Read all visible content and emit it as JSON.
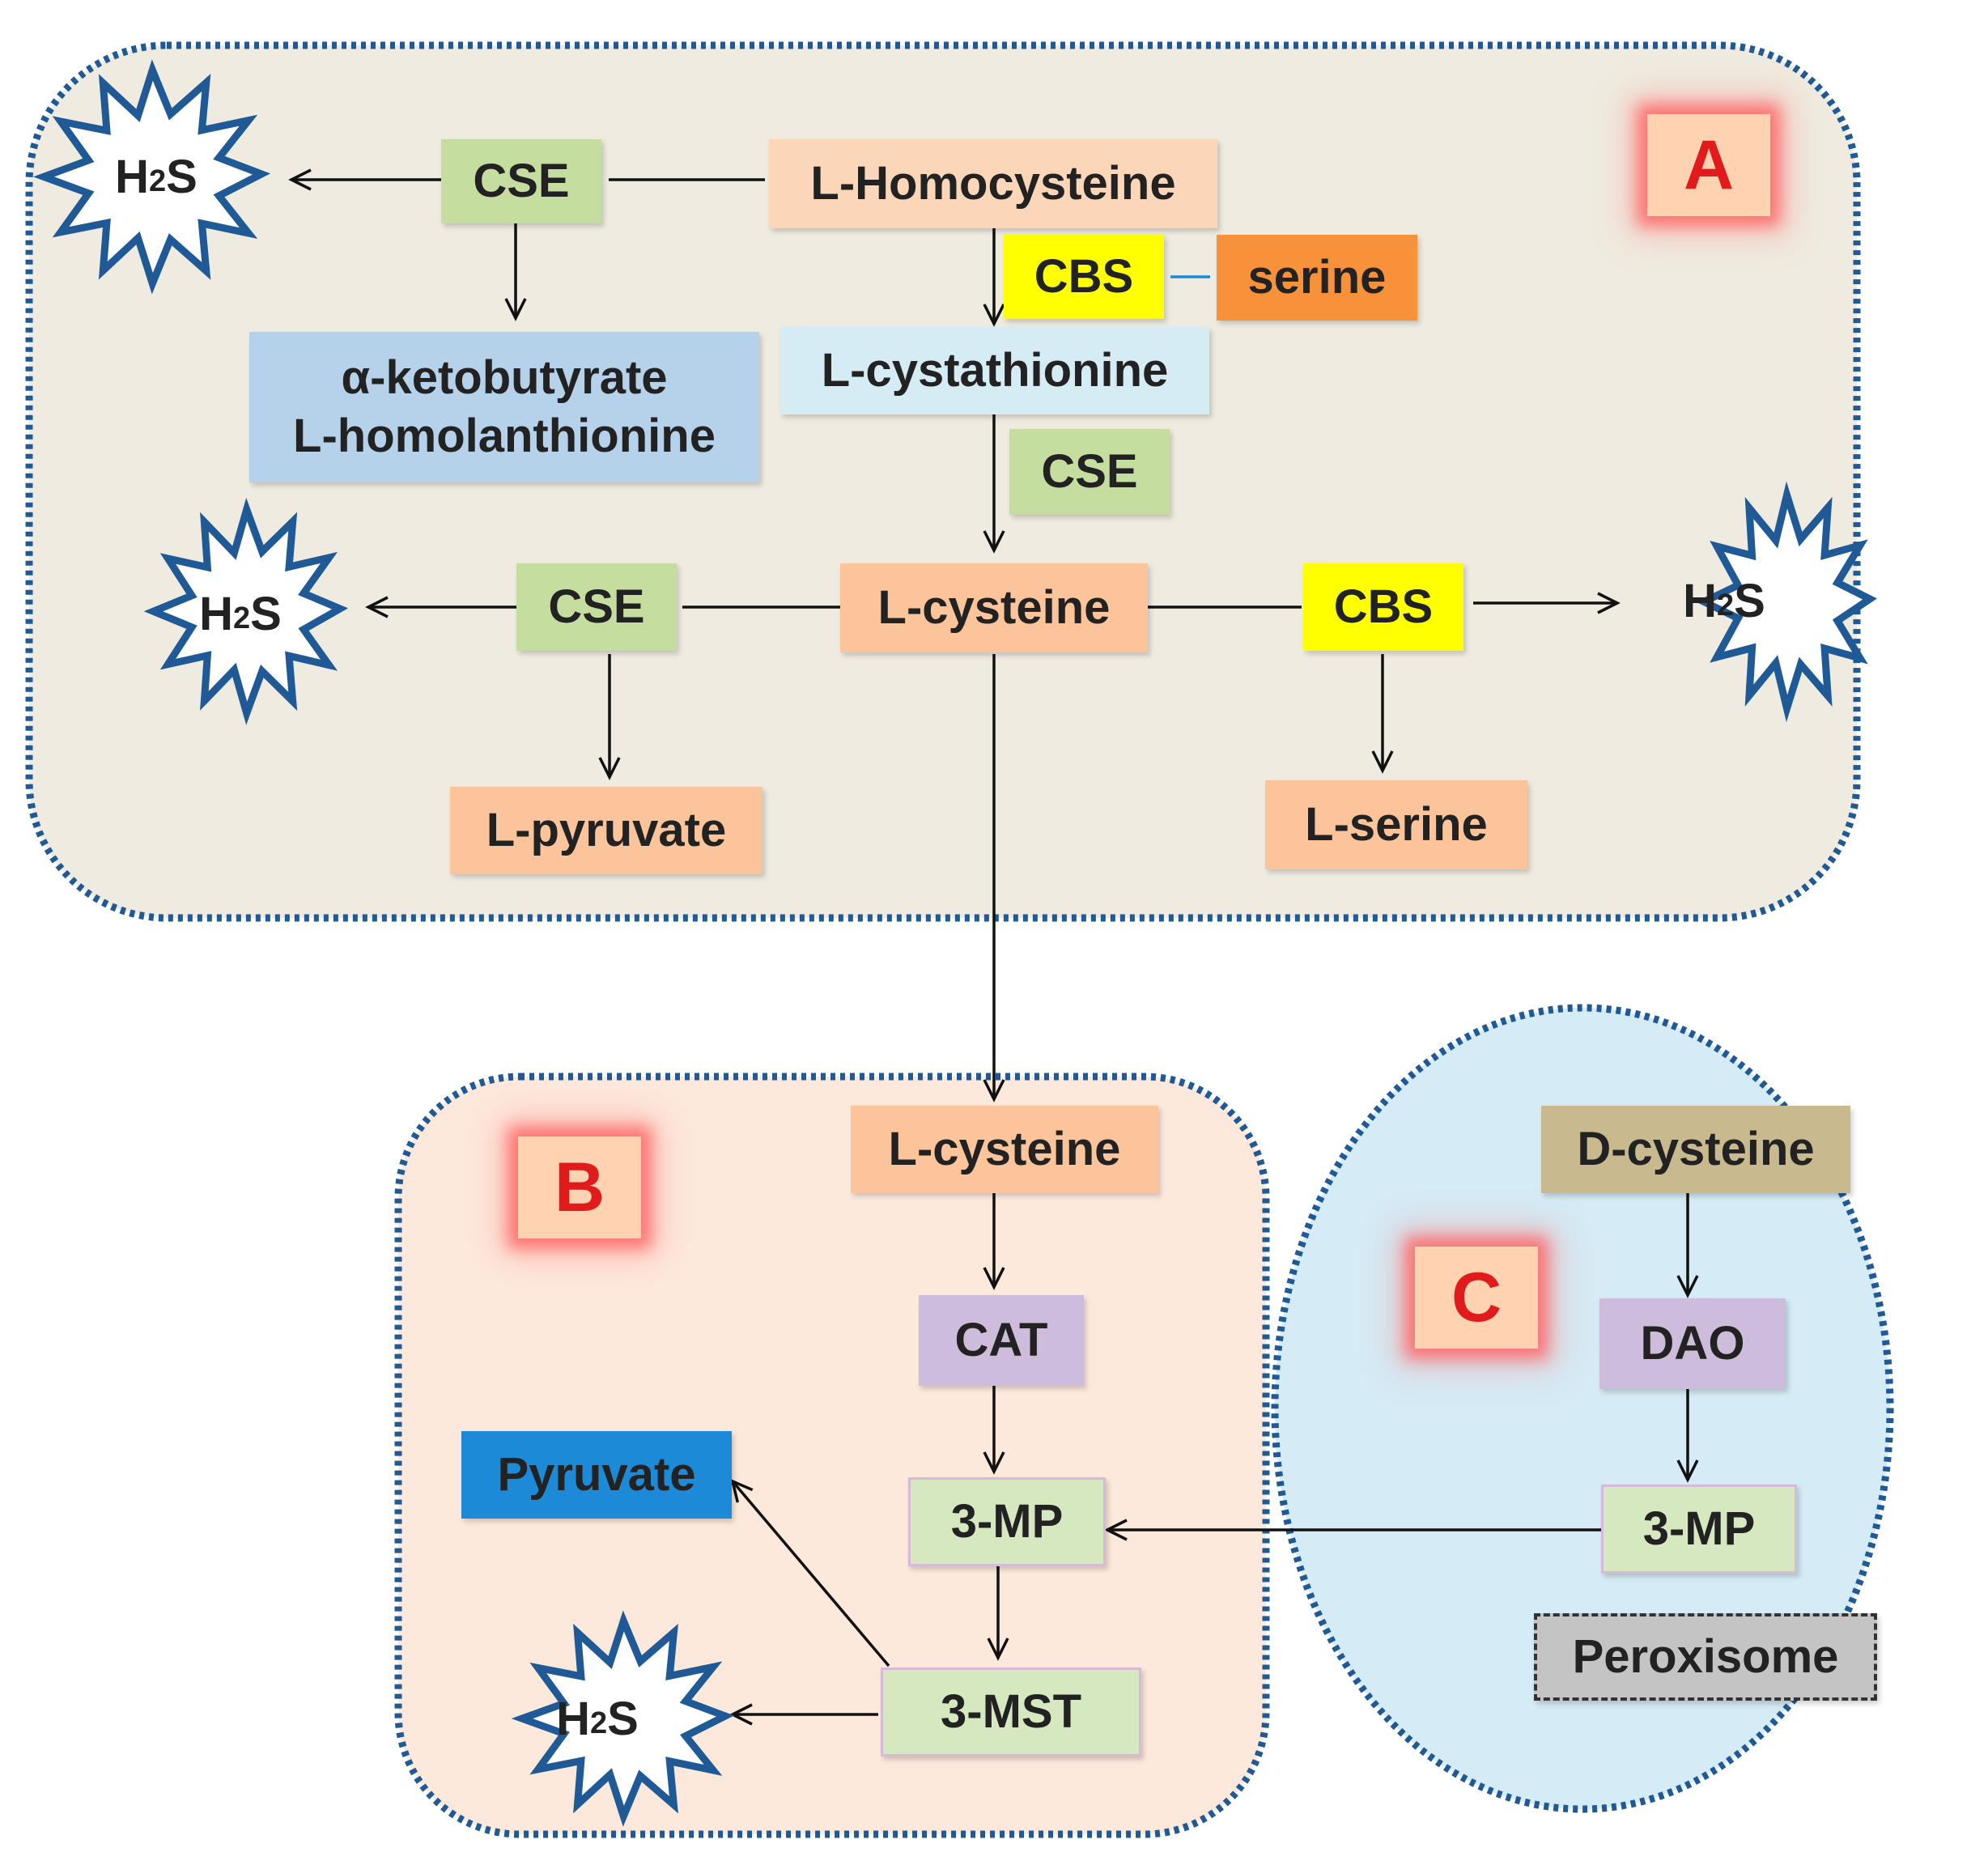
{
  "regions": {
    "a_label": "A",
    "b_label": "B",
    "c_label": "C"
  },
  "h2s": {
    "base": "H",
    "sub": "2",
    "tail": "S"
  },
  "region_a": {
    "homocysteine": "L-Homocysteine",
    "cse_top": "CSE",
    "cbs_top": "CBS",
    "serine": "serine",
    "ketobutyrate": "α-ketobutyrate",
    "homolanthionine": "L-homolanthionine",
    "cystathionine": "L-cystathionine",
    "cse_mid": "CSE",
    "cysteine": "L-cysteine",
    "cse_left": "CSE",
    "cbs_right": "CBS",
    "pyruvate_l": "L-pyruvate",
    "serine_l": "L-serine"
  },
  "region_b": {
    "cysteine": "L-cysteine",
    "cat": "CAT",
    "mp": "3-MP",
    "mst": "3-MST",
    "pyruvate": "Pyruvate"
  },
  "region_c": {
    "d_cysteine": "D-cysteine",
    "dao": "DAO",
    "mp": "3-MP",
    "peroxisome": "Peroxisome"
  },
  "colors": {
    "region_a_fill": "#efebe0",
    "region_b_fill": "#fde9dc",
    "region_c_fill": "#d5ebf5",
    "border": "#1f5a96",
    "star_stroke": "#1f5a96",
    "cse": "#c5dea0",
    "cbs": "#ffff00",
    "serine": "#f7923a",
    "l_substrate": "#fbc49b",
    "homocysteine": "#fcd6b8",
    "ketobutyrate": "#b6d1ea",
    "cystathionine": "#d6ecf4",
    "cat_dao": "#cdbcdc",
    "mp_mst": "#d6e8c0",
    "pyruvate": "#1c8ad6",
    "d_cysteine": "#c9b98f",
    "peroxisome": "#c4c4c4"
  }
}
